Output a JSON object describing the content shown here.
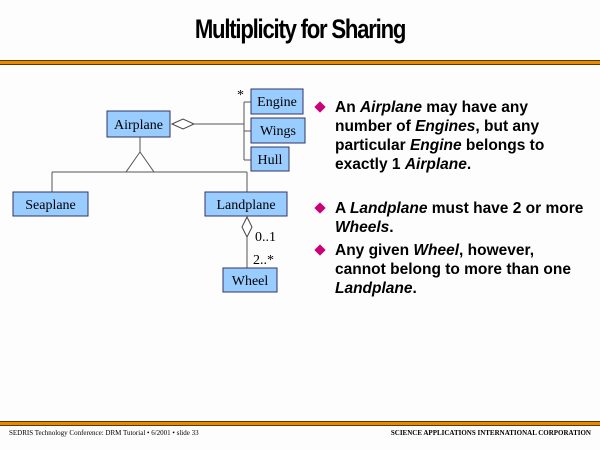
{
  "title": "Multiplicity for Sharing",
  "diagram": {
    "classes": {
      "airplane": "Airplane",
      "engine": "Engine",
      "wings": "Wings",
      "hull": "Hull",
      "seaplane": "Seaplane",
      "landplane": "Landplane",
      "wheel": "Wheel"
    },
    "multiplicities": {
      "engine": "*",
      "landplane_end": "0..1",
      "wheel_end": "2..*"
    },
    "colors": {
      "box_fill": "#99ccff",
      "bullet": "#cc0077",
      "rule": "#e88a00"
    }
  },
  "bullets": [
    {
      "segments": [
        "An ",
        "Airplane",
        " may have any number of ",
        "Engines",
        ", but any particular ",
        "Engine",
        " belongs to exactly 1 ",
        "Airplane",
        "."
      ]
    },
    {
      "segments": [
        "A ",
        "Landplane",
        " must have 2 or more ",
        "Wheels",
        "."
      ]
    },
    {
      "segments": [
        "Any given ",
        "Wheel",
        ", however, cannot belong to more than one ",
        "Landplane",
        "."
      ]
    }
  ],
  "footer": {
    "left": "SEDRIS Technology Conference: DRM Tutorial • 6/2001 • slide 33",
    "right": "SCIENCE APPLICATIONS INTERNATIONAL CORPORATION"
  }
}
